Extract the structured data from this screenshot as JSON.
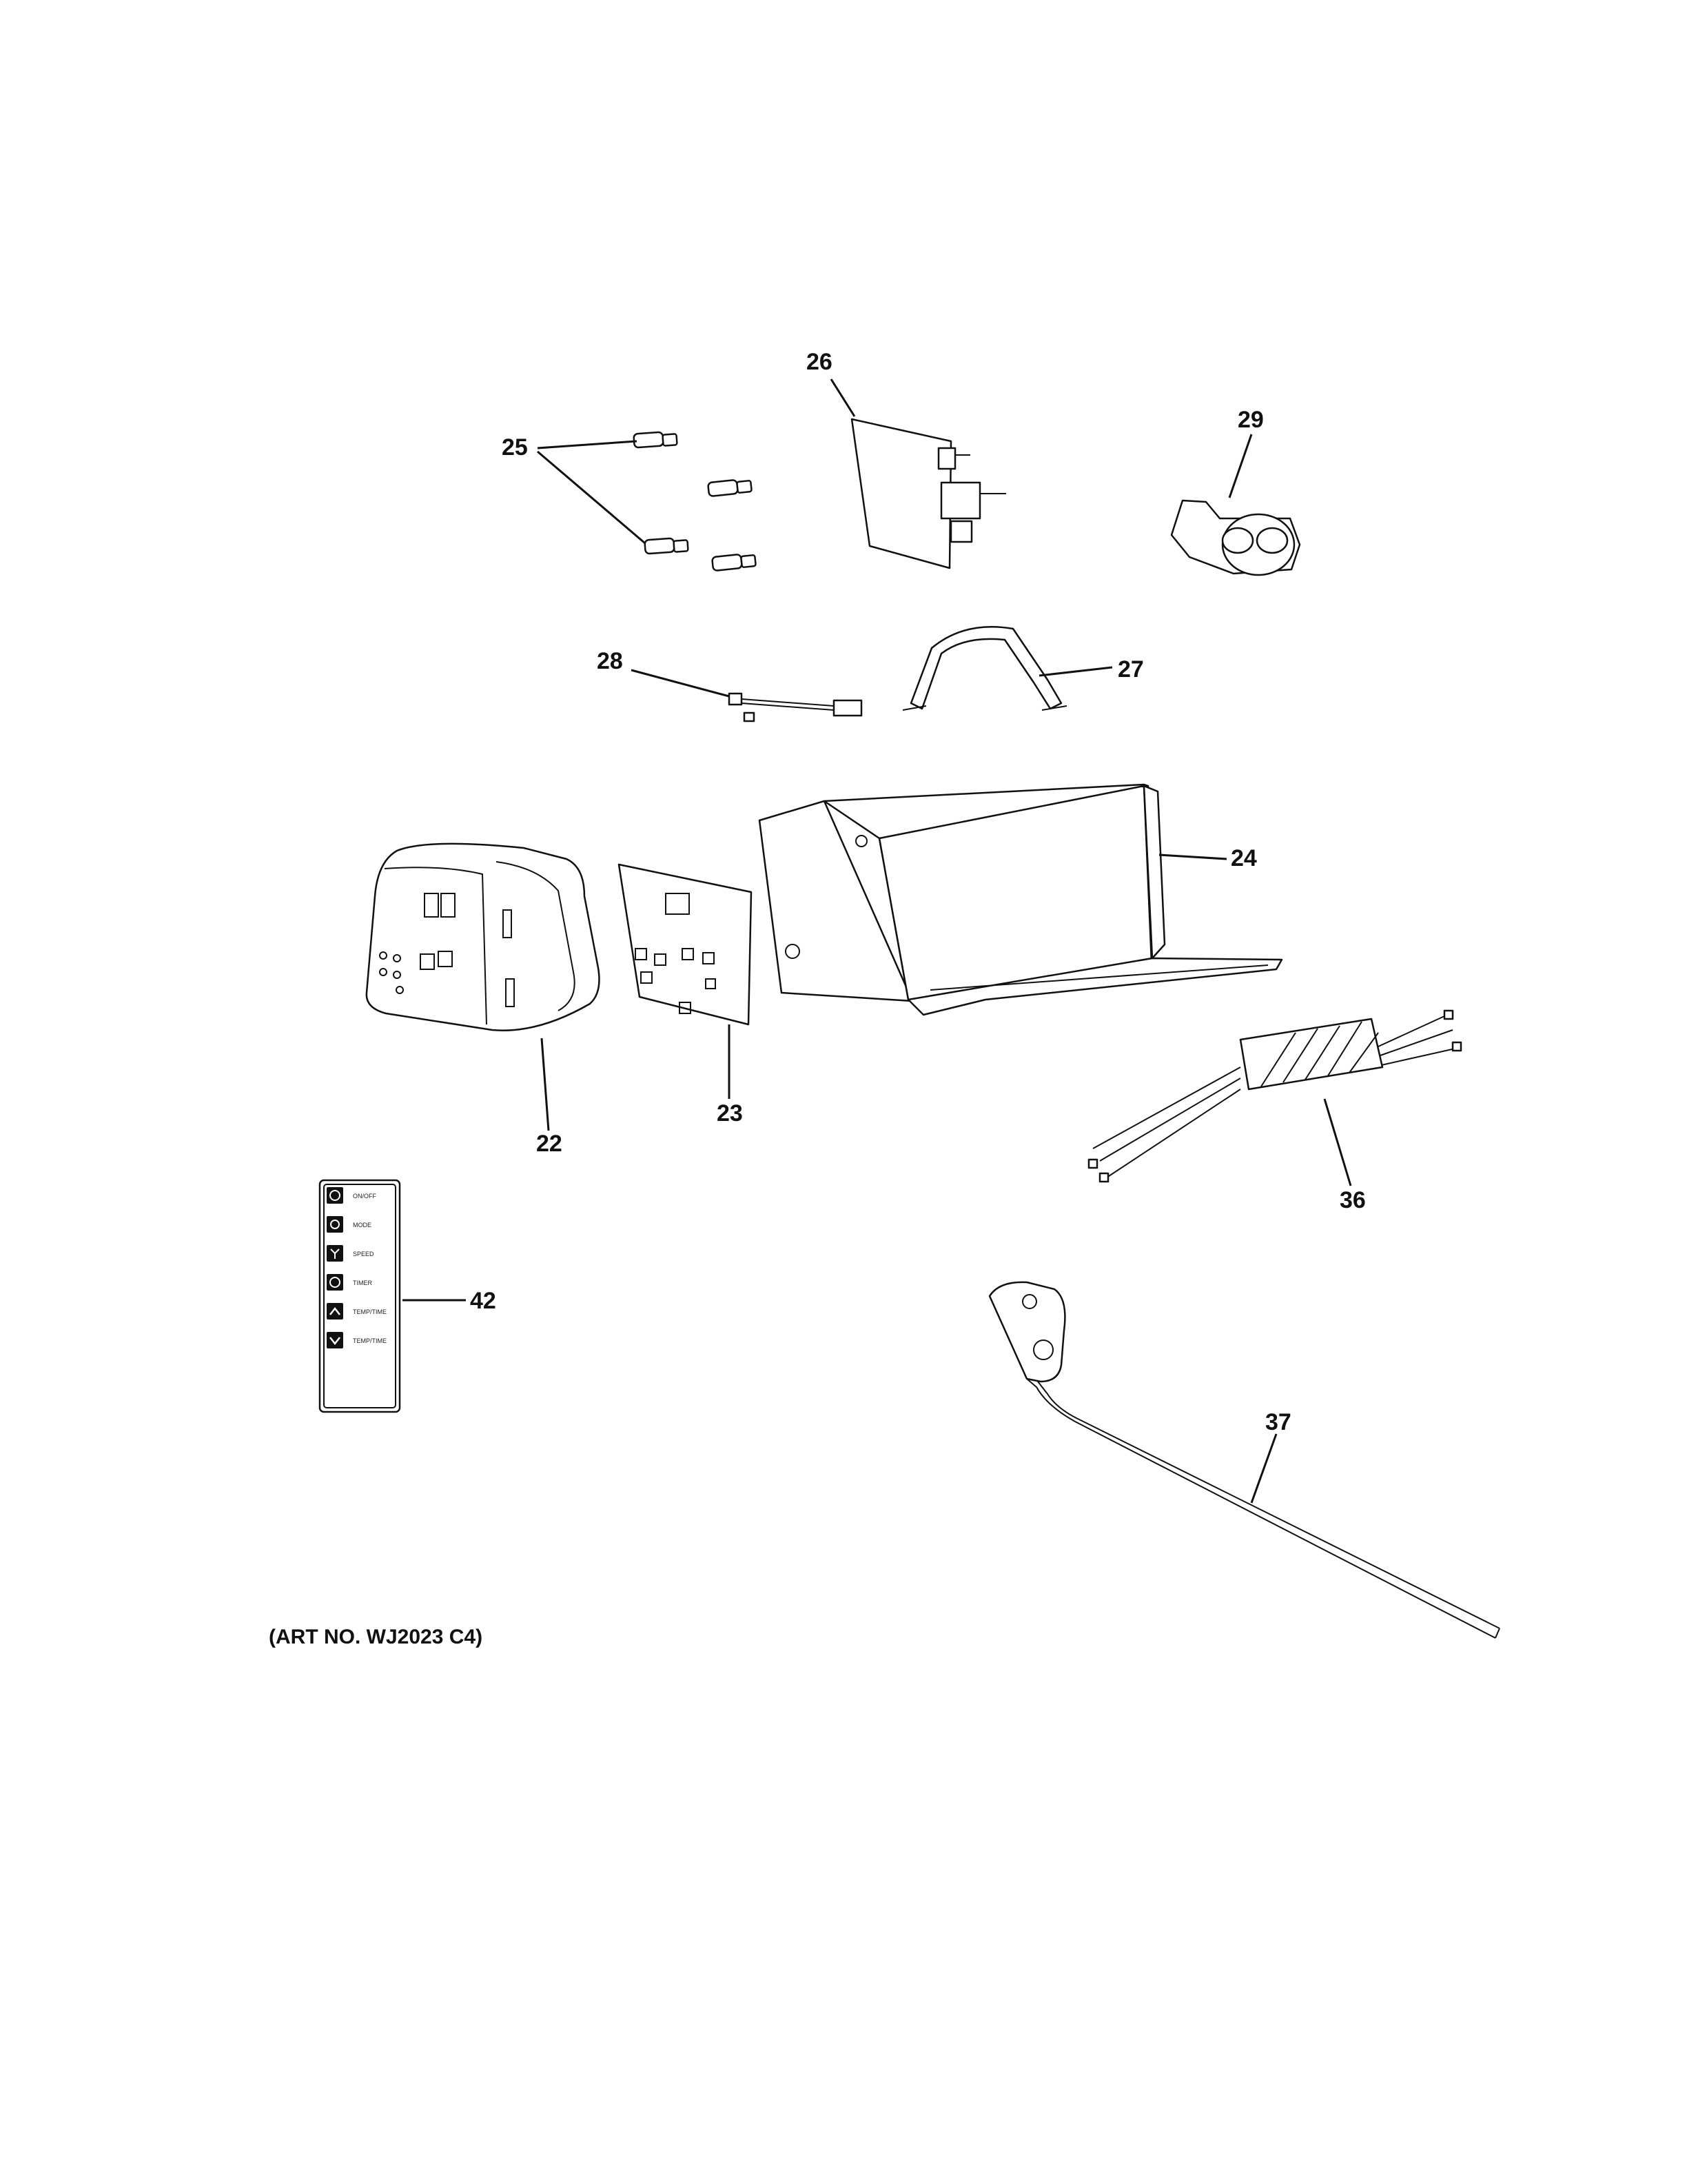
{
  "parts": {
    "p22": "22",
    "p23": "23",
    "p24": "24",
    "p25": "25",
    "p26": "26",
    "p27": "27",
    "p28": "28",
    "p29": "29",
    "p36": "36",
    "p37": "37",
    "p42": "42"
  },
  "remote_buttons": [
    "ON/OFF",
    "MODE",
    "SPEED",
    "TIMER",
    "TEMP/TIME",
    "TEMP/TIME"
  ],
  "art_number": "(ART NO. WJ2023 C4)"
}
